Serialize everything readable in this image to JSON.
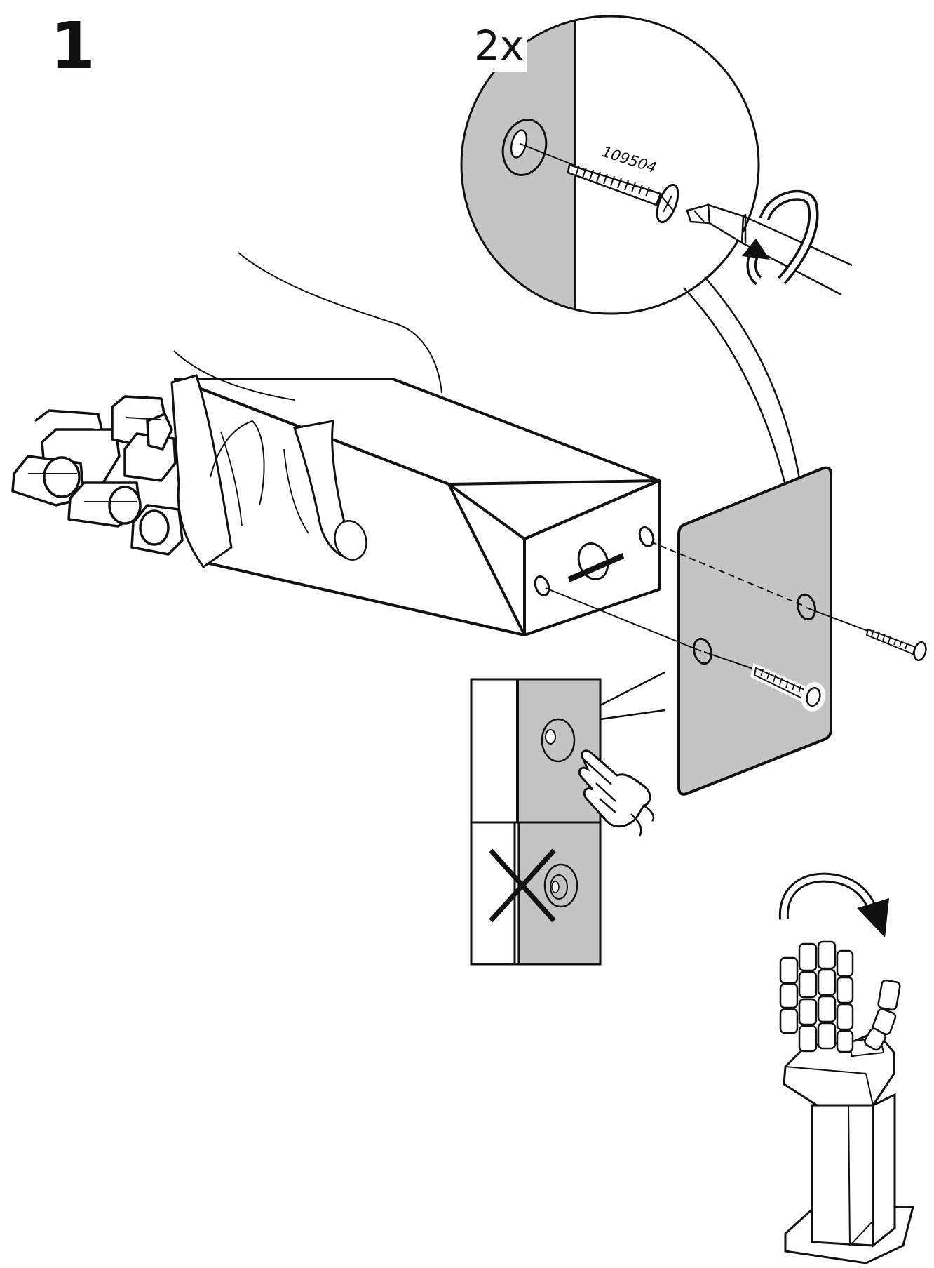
{
  "step": {
    "number": "1"
  },
  "detail": {
    "quantity": "2x",
    "part_number": "109504"
  },
  "colors": {
    "line": "#111111",
    "panel_gray": "#c4c4c4",
    "background": "#ffffff"
  },
  "icons": {
    "rotate": "curved-arrow-icon",
    "check": "finger-touch-icon",
    "wrong": "cross-icon"
  }
}
